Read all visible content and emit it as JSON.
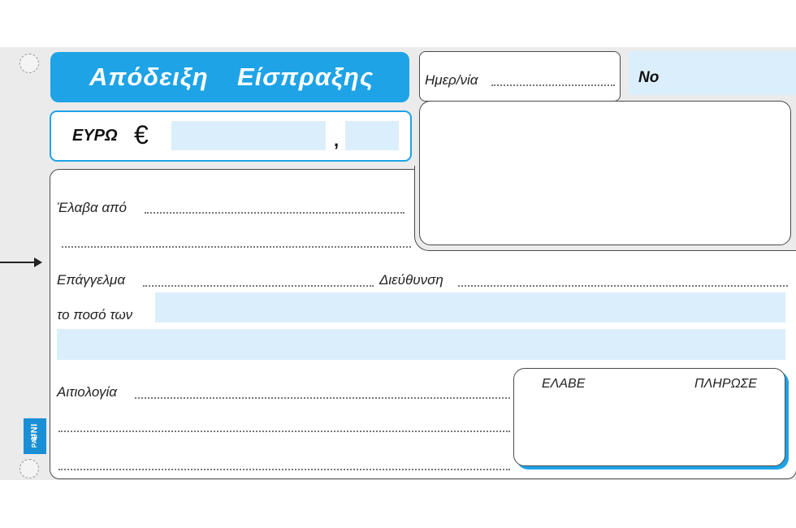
{
  "header": {
    "title_word1": "Απόδειξη",
    "title_word2": "Είσπραξης",
    "date_label": "Ημερ/νία",
    "number_label": "Νο"
  },
  "amount": {
    "currency_label": "ΕΥΡΩ",
    "currency_symbol": "€",
    "decimal_separator": ","
  },
  "form": {
    "received_from_label": "Έλαβα από",
    "profession_label": "Επάγγελμα",
    "address_label": "Διεύθυνση",
    "amount_words_label": "το ποσό των",
    "reason_label": "Αιτιολογία"
  },
  "signatures": {
    "received_label": "ΕΛΑΒΕ",
    "paid_label": "ΠΛΗΡΩΣΕ"
  },
  "brand": {
    "line1": "UNI",
    "line2": "PAP"
  },
  "colors": {
    "accent": "#1ea3e6",
    "field_fill": "#dbeefb"
  }
}
